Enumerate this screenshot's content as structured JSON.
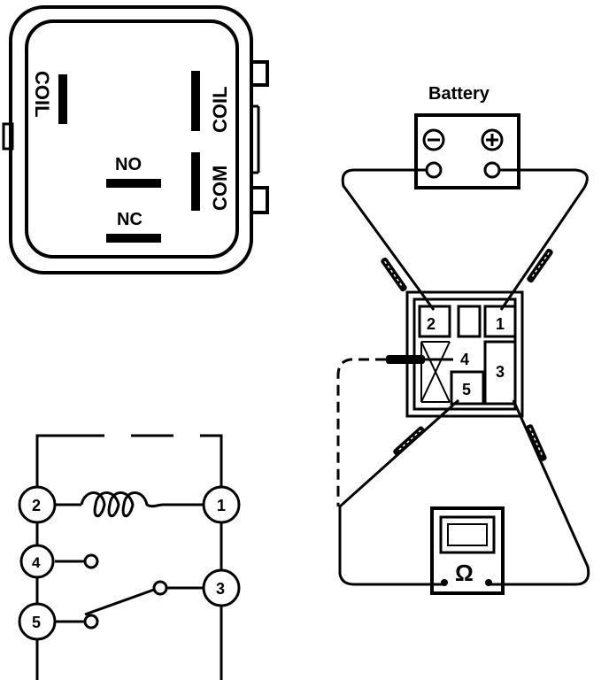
{
  "relay_face": {
    "coil_left": "COIL",
    "coil_right": "COIL",
    "no": "NO",
    "nc": "NC",
    "com": "COM"
  },
  "battery": {
    "title": "Battery",
    "neg": "⊖",
    "pos": "⊕"
  },
  "relay_test": {
    "pins": [
      "2",
      "1",
      "4",
      "3",
      "5"
    ]
  },
  "meter": {
    "symbol": "Ω"
  },
  "schematic": {
    "pins": [
      "2",
      "1",
      "4",
      "5",
      "3"
    ]
  }
}
